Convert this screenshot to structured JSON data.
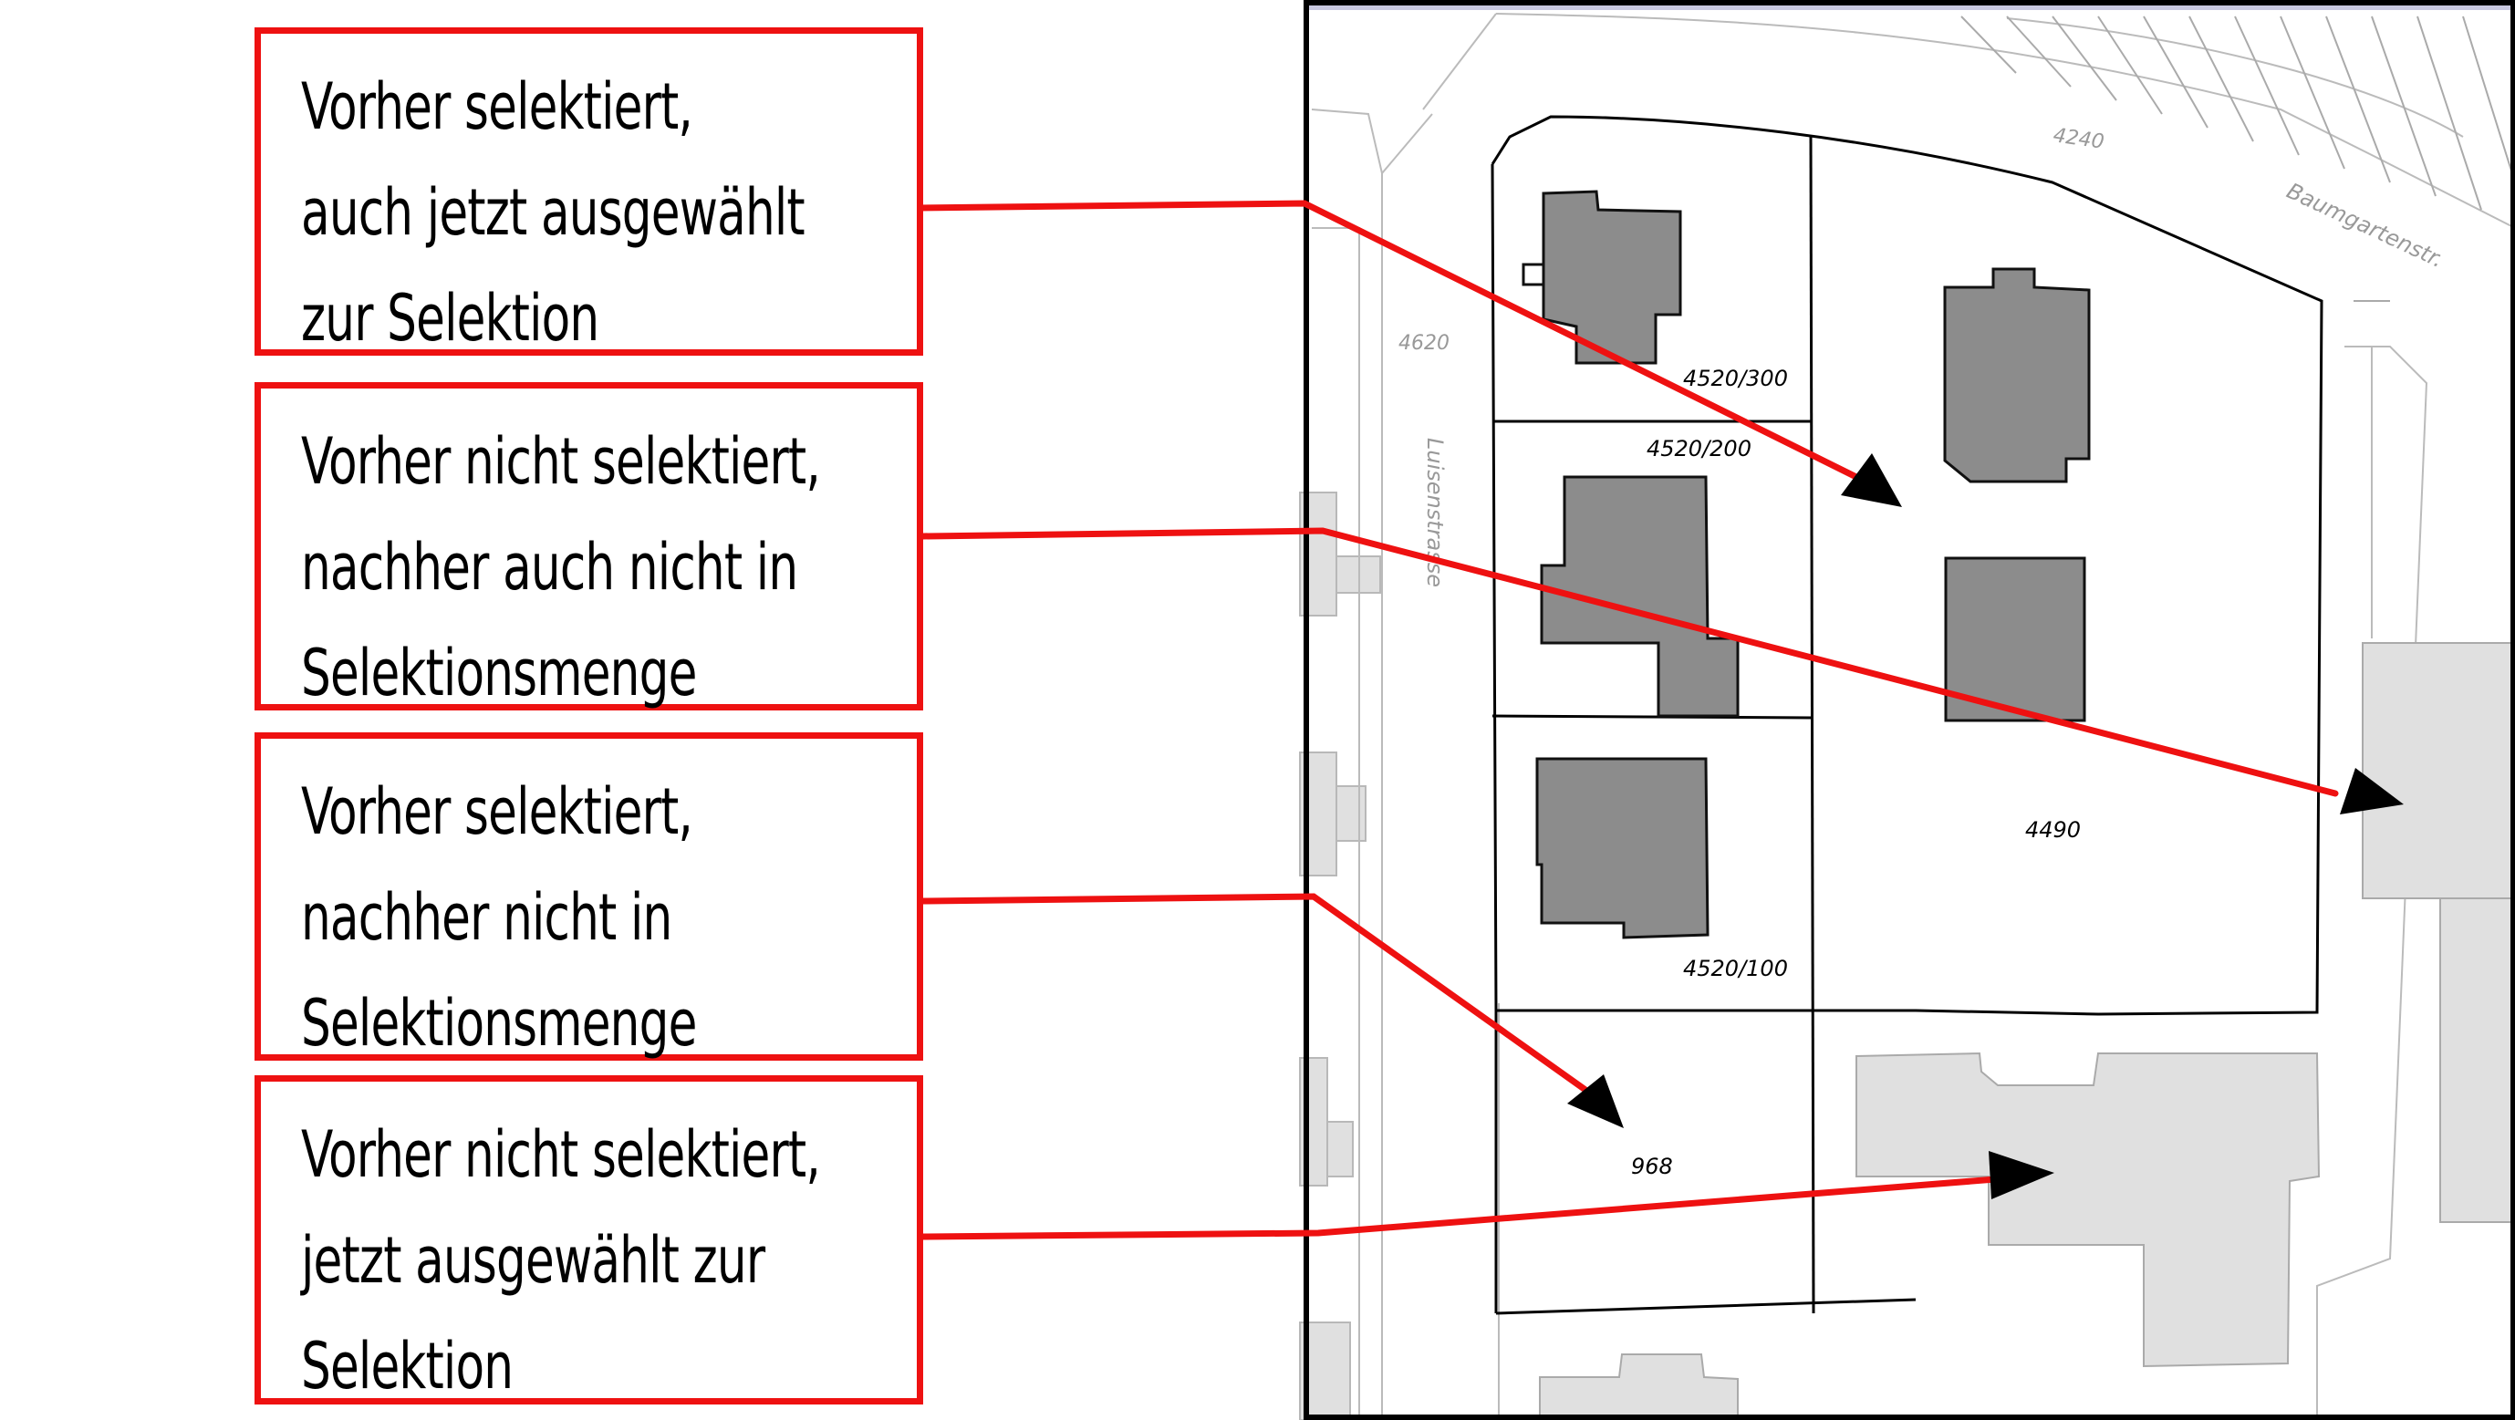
{
  "callouts": [
    {
      "lines": [
        "Vorher selektiert,",
        "auch jetzt ausgewählt",
        "zur Selektion"
      ]
    },
    {
      "lines": [
        "Vorher nicht selektiert,",
        "nachher auch nicht in",
        "Selektionsmenge"
      ]
    },
    {
      "lines": [
        "Vorher selektiert,",
        "nachher nicht in",
        "Selektionsmenge"
      ]
    },
    {
      "lines": [
        "Vorher nicht selektiert,",
        "jetzt ausgewählt zur",
        "Selektion"
      ]
    }
  ],
  "map": {
    "street_labels": [
      "Baumgartenstr.",
      "Luisenstrasse"
    ],
    "parcel_labels": [
      "4240",
      "4620",
      "4520/300",
      "4520/200",
      "4520/100",
      "4490",
      "968"
    ]
  },
  "colors": {
    "callout_border": "#ee1111",
    "connector": "#ee1111",
    "arrowhead": "#000000",
    "building_selected": "#8c8c8c",
    "building_unselected": "#e0e0e0",
    "map_border": "#000000"
  }
}
